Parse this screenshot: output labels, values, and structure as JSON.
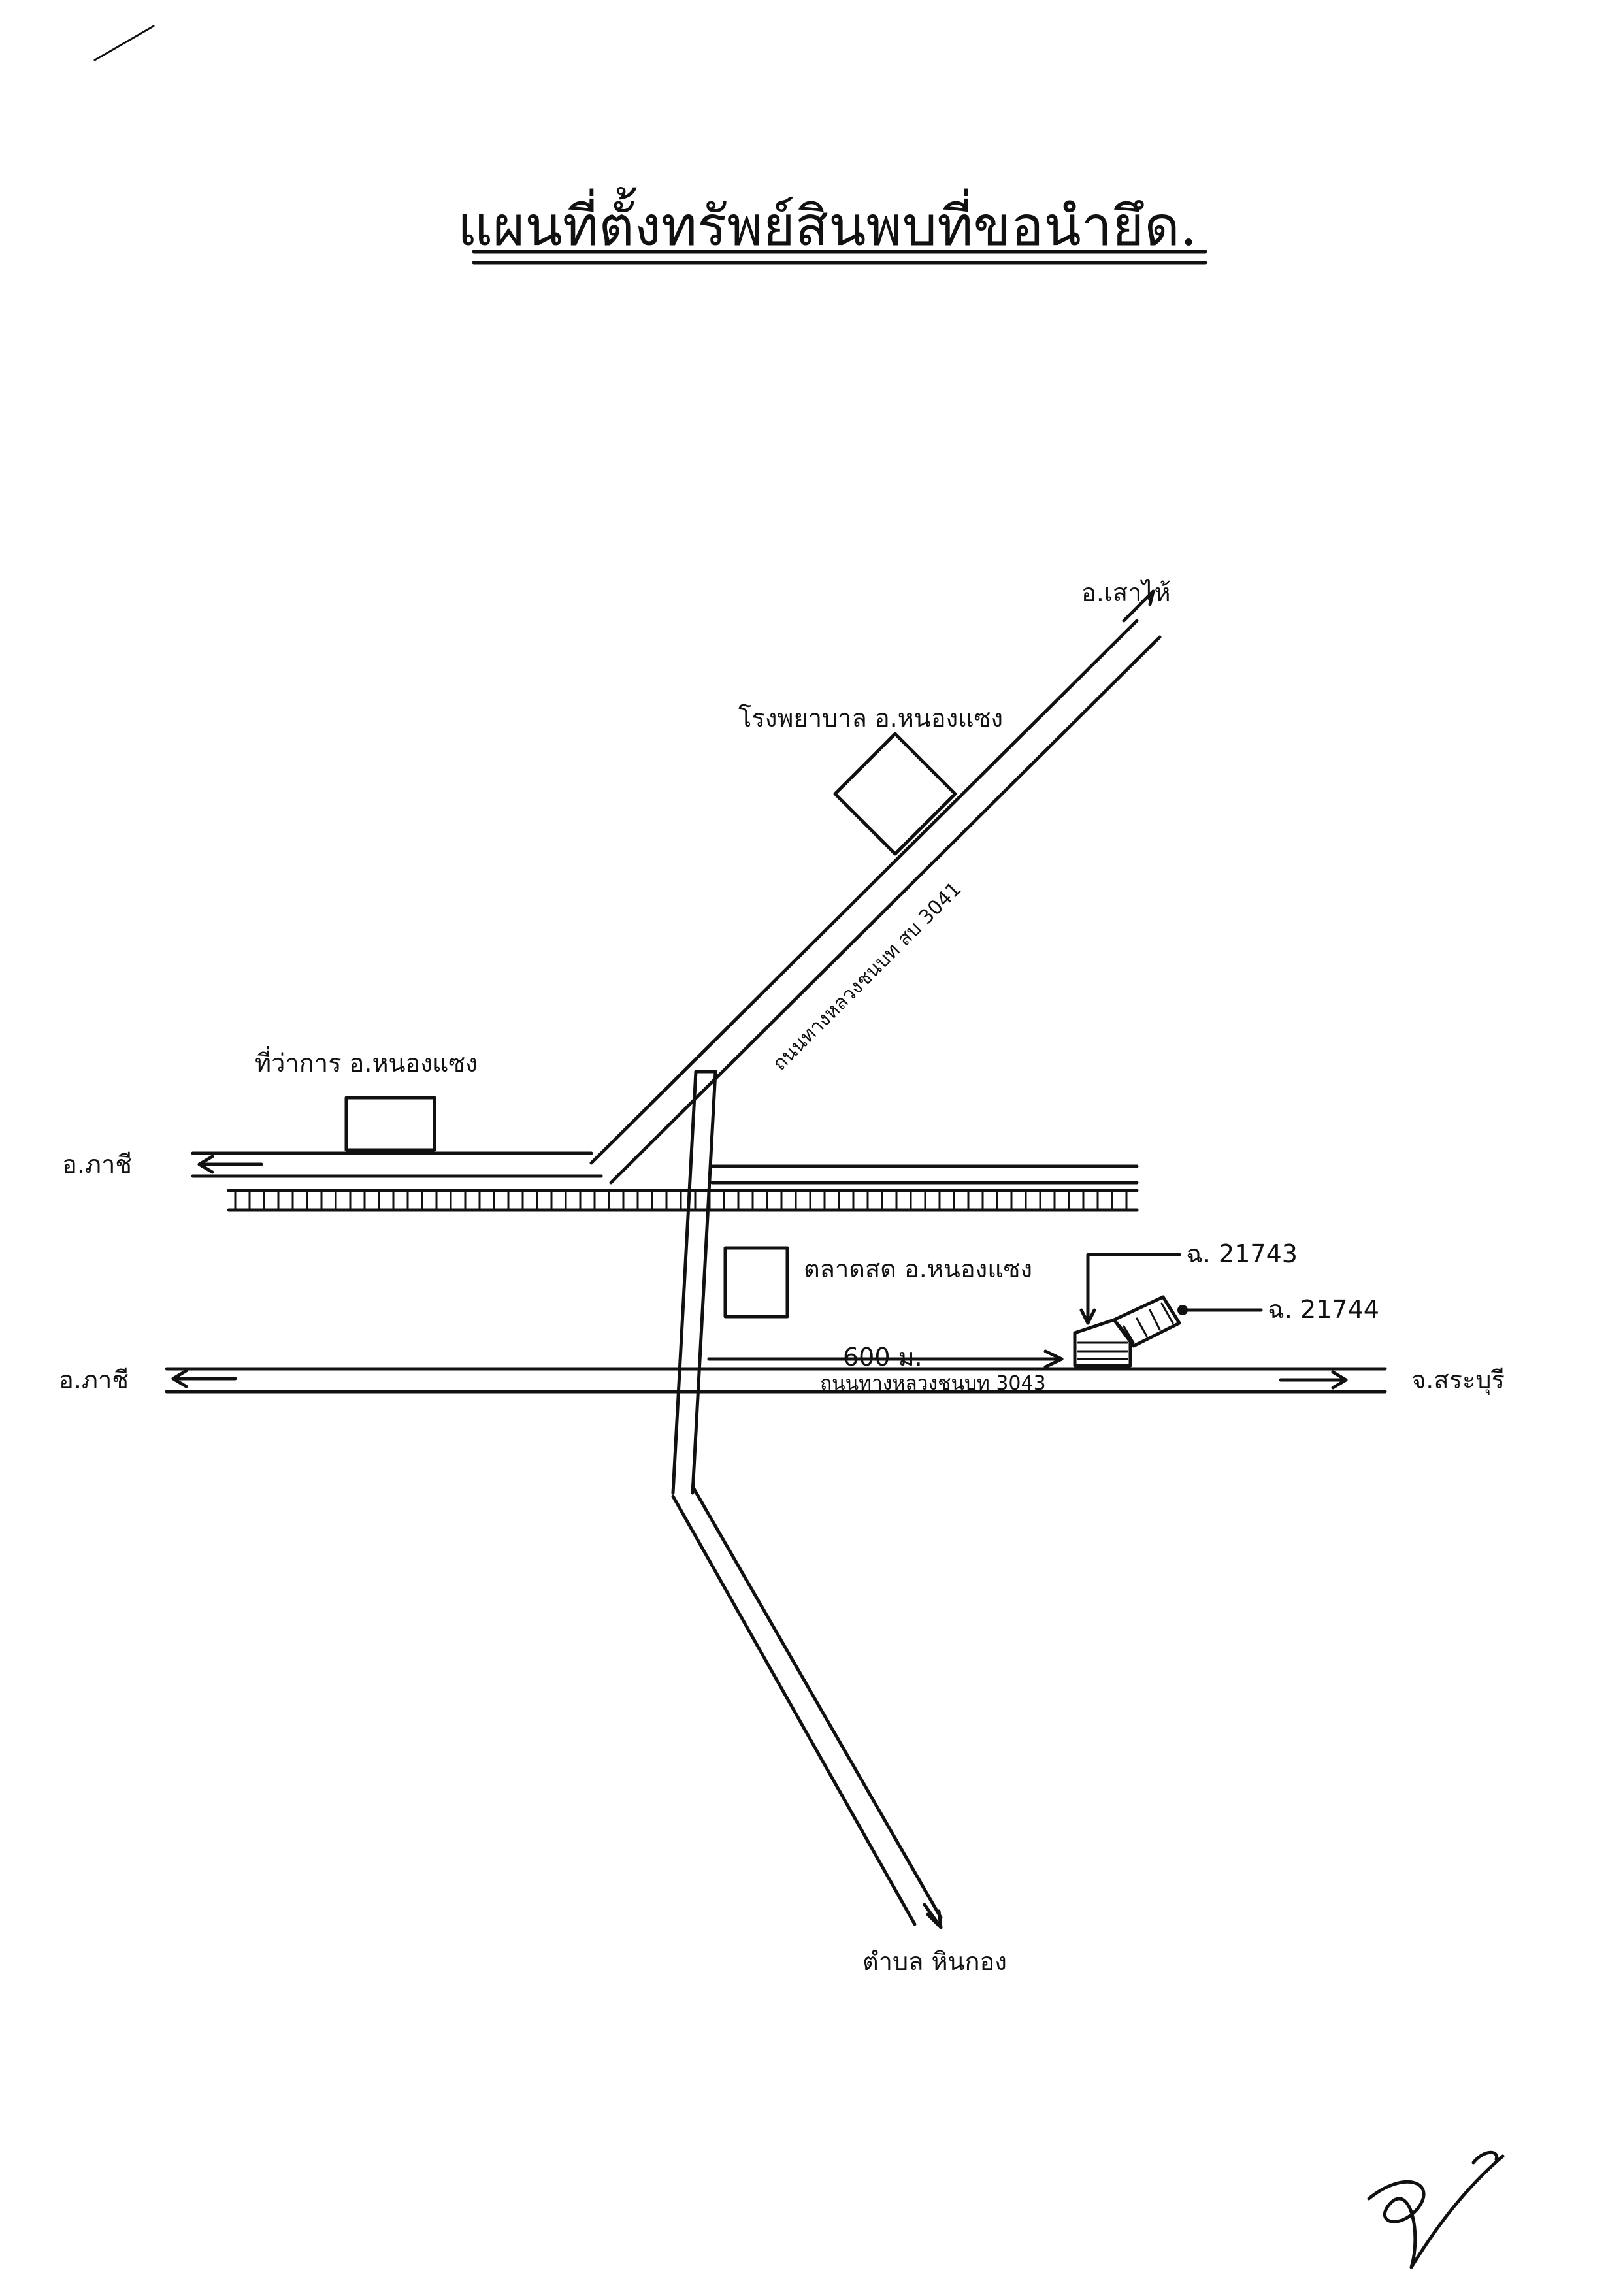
{
  "title": "แผนที่ตั้งทรัพย์สินพบที่ขอนำยึด.",
  "places": {
    "hospital": "โรงพยาบาล อ.หนองแซง",
    "district_office": "ที่ว่าการ อ.หนองแซง",
    "market": "ตลาดสด อ.หนองแซง"
  },
  "destinations": {
    "north": "อ.เสาไห้",
    "west_upper": "อ.ภาชี",
    "west_lower": "อ.ภาชี",
    "east": "จ.สระบุรี",
    "south": "ตำบล หินกอง"
  },
  "roads": {
    "diagonal_road": "ถนนทางหลวงชนบท สบ 3041",
    "main_road": "ถนนทางหลวงชนบท 3043"
  },
  "distance": "600 ม.",
  "parcels": {
    "parcel_a": "ฉ. 21743",
    "parcel_b": "ฉ. 21744"
  },
  "colors": {
    "ink": "#111111",
    "paper": "#ffffff"
  }
}
